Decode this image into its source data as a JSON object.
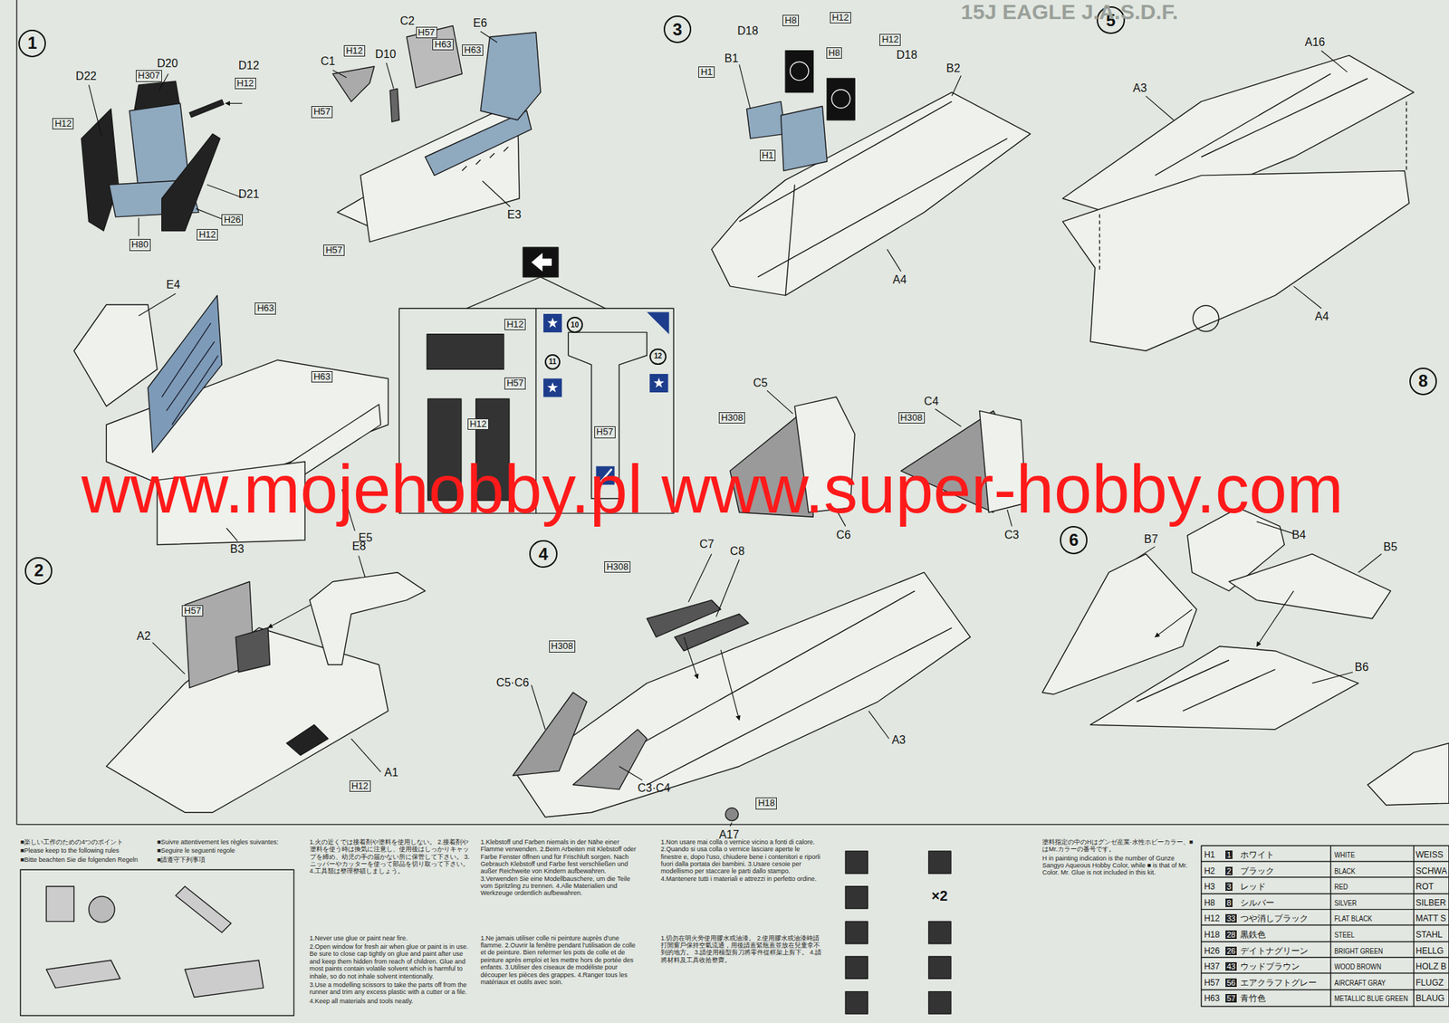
{
  "diagram": {
    "nodes": [
      {
        "text": [
          "1"
        ]
      },
      {
        "text": [
          "3"
        ]
      },
      {
        "text": [
          "5"
        ]
      },
      {
        "text": [
          "8"
        ]
      },
      {
        "text": [
          "10"
        ]
      },
      {
        "text": [
          "11"
        ]
      },
      {
        "text": [
          "12"
        ]
      },
      {
        "text": [
          "6"
        ]
      },
      {
        "text": [
          "2"
        ]
      },
      {
        "text": [
          "4"
        ]
      }
    ],
    "labels": [
      "D22",
      "H307",
      "D20",
      "D12",
      "H12",
      "H12",
      "D21",
      "H26",
      "H12",
      "H80",
      "C2",
      "H57",
      "H63",
      "E6",
      "H63",
      "H12",
      "D10",
      "C1",
      "H57",
      "E3",
      "H57",
      "E4",
      "H63",
      "H63",
      "E5",
      "B3",
      "H12",
      "H57",
      "H12",
      "H57",
      "D18",
      "H8",
      "H12",
      "H1",
      "B1",
      "H12",
      "H8",
      "D18",
      "B2",
      "H1",
      "A4",
      "A16",
      "A3",
      "A4",
      "C5",
      "H308",
      "C6",
      "C4",
      "H308",
      "C3",
      "B4",
      "B7",
      "B5",
      "B6",
      "E8",
      "H57",
      "A2",
      "A1",
      "H12",
      "C7",
      "C8",
      "H308",
      "H308",
      "C5·C6",
      "C3·C4",
      "A3",
      "A17",
      "H18",
      "www.mojehobby.pl www.super-hobby.com",
      "15J EAGLE J.A.S.D.F.",
      "■楽しい工作のための4つのポイント",
      "■Please keep to the following rules",
      "■Bitte beachten Sie die folgenden Regeln",
      "■Suivre attentivement les règles suivantes:",
      "■Seguire le seguenti regole",
      "■請遵守下列事項",
      "1.火の近くでは接着剤や塗料を使用しない。 2.接着剤や塗料を使う時は換気に注意し、使用後はしっかりキャップを締め、幼児の手の届かない所に保管して下さい。 3.ニッパーやカッターを使って部品を切り取って下さい。 4.工具類は整理整頓しましょう。",
      "1.Never use glue or paint near fire.",
      "2.Open window for fresh air when glue or paint is in use. Be sure to close cap tightly on glue and paint after use and keep them hidden from reach of children. Glue and most paints contain volatile solvent which is harmful to inhale, so do not inhale solvent intentionally.",
      "3.Use a modelling scissors to take the parts off from the runner and trim any excess plastic with a cutter or a file.",
      "4.Keep all materials and tools neatly.",
      "1.Klebstoff und Farben niemals in der Nähe einer Flamme verwenden. 2.Beim Arbeiten mit Klebstoff oder Farbe Fenster öffnen und für Frischluft sorgen. Nach Gebrauch Klebstoff und Farbe fest verschließen und außer Reichweite von Kindern aufbewahren. 3.Verwenden Sie eine Modellbauschere, um die Teile vom Spritzling zu trennen. 4.Alle Materialien und Werkzeuge ordentlich aufbewahren.",
      "1.Ne jamais utiliser colle ni peinture auprès d'une flamme. 2.Ouvrir la fenêtre pendant l'utilisation de colle et de peinture. Bien refermer les pots de colle et de peinture après emploi et les mettre hors de portée des enfants. 3.Utiliser des ciseaux de modéliste pour découper les pièces des grappes. 4.Ranger tous les matériaux et outils avec soin.",
      "1.Non usare mai colla o vernice vicino a fonti di calore. 2.Quando si usa colla o vernice lasciare aperte le finestre e, dopo l'uso, chiudere bene i contenitori e riporli fuori dalla portata dei bambini. 3.Usare cesoie per modellismo per staccare le parti dallo stampo. 4.Mantenere tutti i materiali e attrezzi in perfetto ordine.",
      "1.切勿在明火旁使用膠水或油漆。 2.使用膠水或油漆時請打開窗戶保持空氣流通，用後請蓋緊瓶蓋並放在兒童拿不到的地方。 3.請使用模型剪刀將零件從框架上剪下。 4.請將材料及工具收拾整齊。",
      "×2",
      "塗料指定の中のHはグンゼ産業·水性ホビーカラー、■はMr.カラーの番号です。",
      "H in painting indication is the number of Gunze Sangyo Aqueous Hobby Color, while ■ is that of Mr. Color. Mr. Glue is not included in this kit.",
      "H1",
      "1",
      "ホワイト",
      "WHITE",
      "WEISS",
      "H2",
      "2",
      "ブラック",
      "BLACK",
      "SCHWA",
      "H3",
      "3",
      "レッド",
      "RED",
      "ROT",
      "H8",
      "8",
      "シルバー",
      "SILVER",
      "SILBER",
      "H12",
      "33",
      "つや消しブラック",
      "FLAT BLACK",
      "MATT S",
      "H18",
      "28",
      "黒鉄色",
      "STEEL",
      "STAHL",
      "H26",
      "26",
      "デイトナグリーン",
      "BRIGHT GREEN",
      "HELLG",
      "H37",
      "43",
      "ウッドブラウン",
      "WOOD BROWN",
      "HOLZ B",
      "H57",
      "56",
      "エアクラフトグレー",
      "AIRCRAFT GRAY",
      "FLUGZ",
      "H63",
      "57",
      "青竹色",
      "METALLIC BLUE GREEN",
      "BLAUG"
    ]
  }
}
